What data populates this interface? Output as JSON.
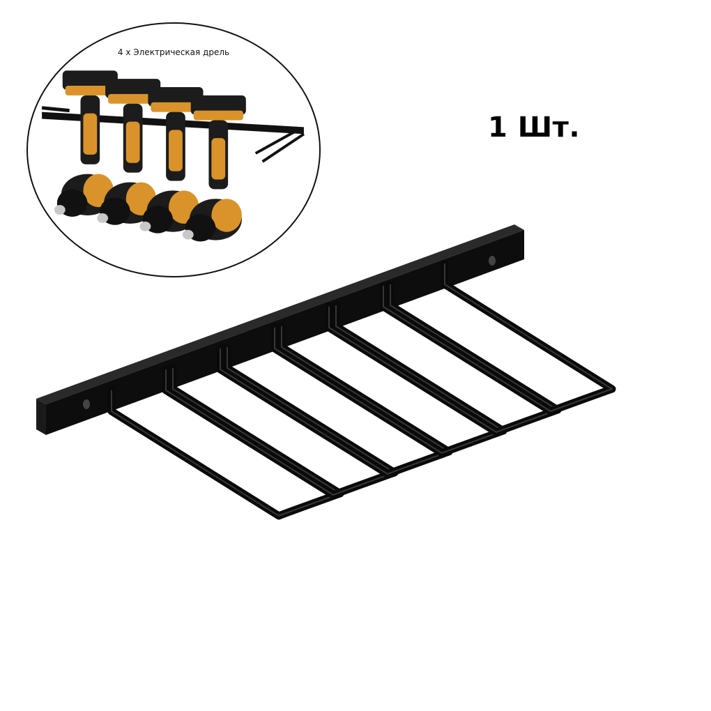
{
  "inset": {
    "caption": "4 x Электрическая дрель",
    "drill_count": 4
  },
  "product": {
    "quantity_label": "1 Шт.",
    "hanger_count": 6
  },
  "colors": {
    "background": "#ffffff",
    "rack_metal": "#0a0a0a",
    "drill_body": "#d9932a",
    "drill_dark": "#1c1c1c",
    "chuck_silver": "#c8c8c8"
  }
}
